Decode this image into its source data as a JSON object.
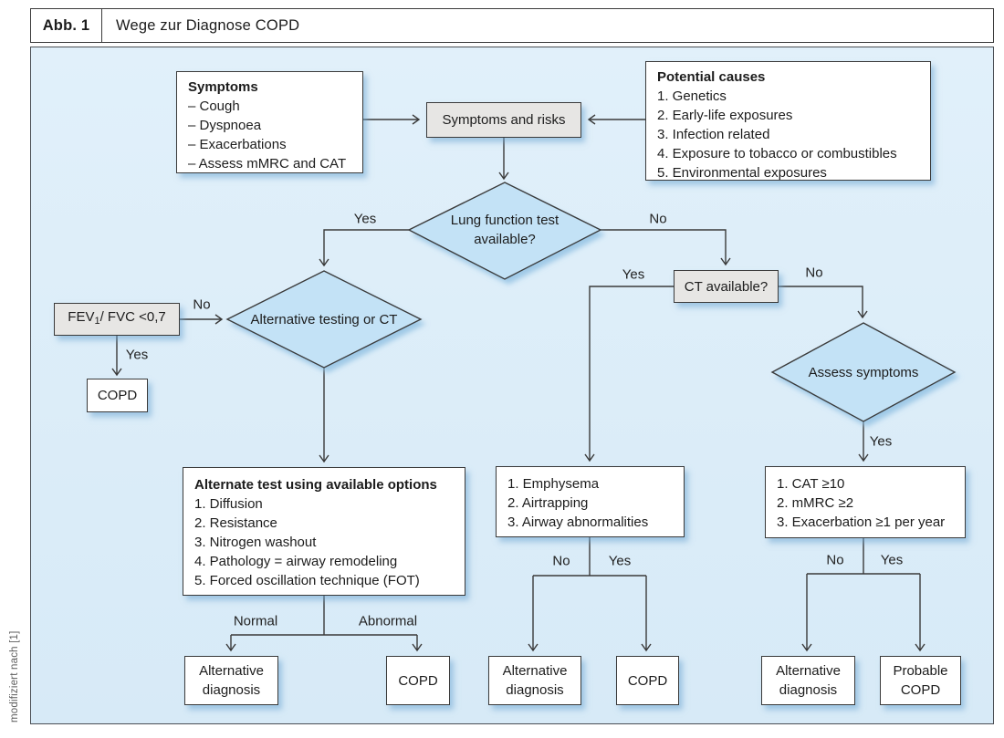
{
  "figure": {
    "label": "Abb. 1",
    "title": "Wege zur Diagnose COPD",
    "source_note": "modifiziert nach [1]"
  },
  "colors": {
    "panel_bg": "#d9ecf8",
    "diamond_fill": "#c3e2f6",
    "gray_box_bg": "#e7e6e4",
    "box_border": "#3a3a3a",
    "line": "#3a3a3a",
    "shadow": "#9cc6e4"
  },
  "labels": {
    "yes": "Yes",
    "no": "No",
    "normal": "Normal",
    "abnormal": "Abnormal"
  },
  "nodes": {
    "symptoms": {
      "title": "Symptoms",
      "items": [
        "– Cough",
        "– Dyspnoea",
        "– Exacerbations",
        "– Assess mMRC and CAT"
      ]
    },
    "symptoms_and_risks": "Symptoms and risks",
    "potential_causes": {
      "title": "Potential causes",
      "items": [
        "1. Genetics",
        "2. Early-life exposures",
        "3. Infection related",
        "4. Exposure to tobacco or combustibles",
        "5. Environmental exposures"
      ]
    },
    "lung_function_test": "Lung function test available?",
    "alternative_testing_or_ct": "Alternative testing or CT",
    "fev_fvc": {
      "prefix": "FEV",
      "subscript": "1",
      "suffix": "/ FVC <0,7"
    },
    "copd": "COPD",
    "ct_available": "CT available?",
    "assess_symptoms": "Assess symptoms",
    "alternate_test": {
      "title": "Alternate test using available options",
      "items": [
        "1. Diffusion",
        "2. Resistance",
        "3. Nitrogen washout",
        "4. Pathology = airway remodeling",
        "5. Forced oscillation technique (FOT)"
      ]
    },
    "ct_findings": {
      "items": [
        "1. Emphysema",
        "2. Airtrapping",
        "3. Airway abnormalities"
      ]
    },
    "symptom_criteria": {
      "items": [
        "1. CAT ≥10",
        "2. mMRC ≥2",
        "3. Exacerbation ≥1 per year"
      ]
    },
    "alternative_diagnosis": "Alternative diagnosis",
    "probable_copd": "Probable COPD"
  }
}
